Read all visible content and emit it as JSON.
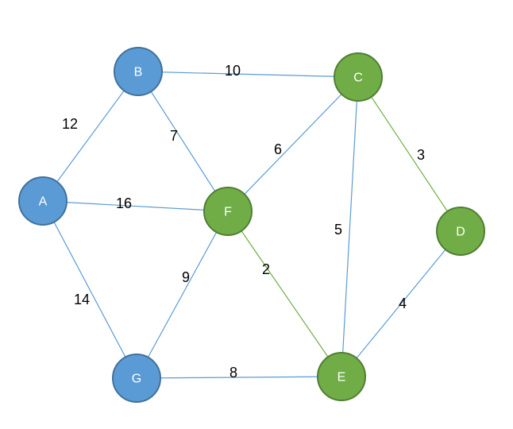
{
  "colors": {
    "blue_node_fill": "#5b9bd5",
    "blue_node_stroke": "#41719c",
    "green_node_fill": "#70ad47",
    "green_node_stroke": "#507e32",
    "blue_edge": "#5b9bd5",
    "green_edge": "#70ad47",
    "label_text": "#000000",
    "node_text": "#ffffff"
  },
  "nodes": [
    {
      "id": "A",
      "label": "A",
      "color": "blue"
    },
    {
      "id": "B",
      "label": "B",
      "color": "blue"
    },
    {
      "id": "C",
      "label": "C",
      "color": "green"
    },
    {
      "id": "D",
      "label": "D",
      "color": "green"
    },
    {
      "id": "E",
      "label": "E",
      "color": "green"
    },
    {
      "id": "F",
      "label": "F",
      "color": "green"
    },
    {
      "id": "G",
      "label": "G",
      "color": "blue"
    }
  ],
  "edges": [
    {
      "from": "A",
      "to": "B",
      "weight": "12",
      "color": "blue"
    },
    {
      "from": "B",
      "to": "C",
      "weight": "10",
      "color": "blue"
    },
    {
      "from": "B",
      "to": "F",
      "weight": "7",
      "color": "blue"
    },
    {
      "from": "A",
      "to": "F",
      "weight": "16",
      "color": "blue"
    },
    {
      "from": "A",
      "to": "G",
      "weight": "14",
      "color": "blue"
    },
    {
      "from": "C",
      "to": "F",
      "weight": "6",
      "color": "blue"
    },
    {
      "from": "C",
      "to": "D",
      "weight": "3",
      "color": "green"
    },
    {
      "from": "C",
      "to": "E",
      "weight": "5",
      "color": "blue"
    },
    {
      "from": "F",
      "to": "E",
      "weight": "2",
      "color": "green"
    },
    {
      "from": "F",
      "to": "G",
      "weight": "9",
      "color": "blue"
    },
    {
      "from": "G",
      "to": "E",
      "weight": "8",
      "color": "blue"
    },
    {
      "from": "D",
      "to": "E",
      "weight": "4",
      "color": "blue"
    }
  ]
}
